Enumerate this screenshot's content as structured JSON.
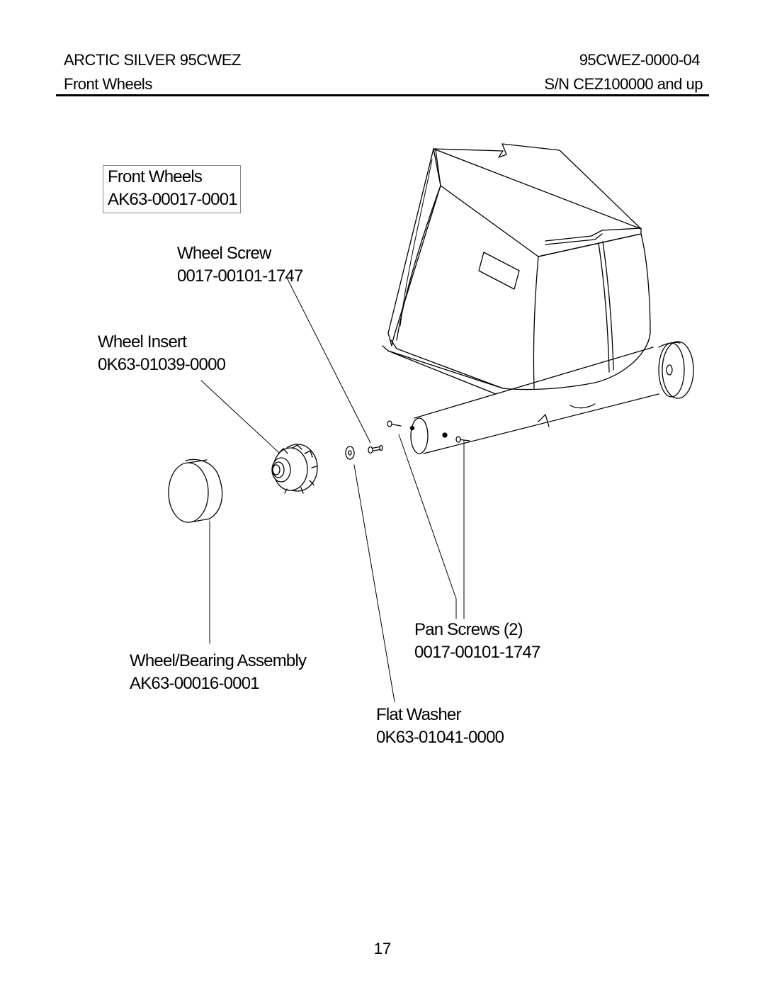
{
  "header": {
    "model": "ARCTIC SILVER 95CWEZ",
    "section": "Front Wheels",
    "doc_number": "95CWEZ-0000-04",
    "serial_range": "S/N CEZ100000 and up"
  },
  "callouts": {
    "front_wheels": {
      "name": "Front Wheels",
      "part": "AK63-00017-0001"
    },
    "wheel_screw": {
      "name": "Wheel Screw",
      "part": "0017-00101-1747"
    },
    "wheel_insert": {
      "name": "Wheel Insert",
      "part": "0K63-01039-0000"
    },
    "pan_screws": {
      "name": "Pan Screws (2)",
      "part": "0017-00101-1747"
    },
    "wheel_bearing": {
      "name": "Wheel/Bearing Assembly",
      "part": "AK63-00016-0001"
    },
    "flat_washer": {
      "name": "Flat Washer",
      "part": "0K63-01041-0000"
    }
  },
  "page_number": "17"
}
